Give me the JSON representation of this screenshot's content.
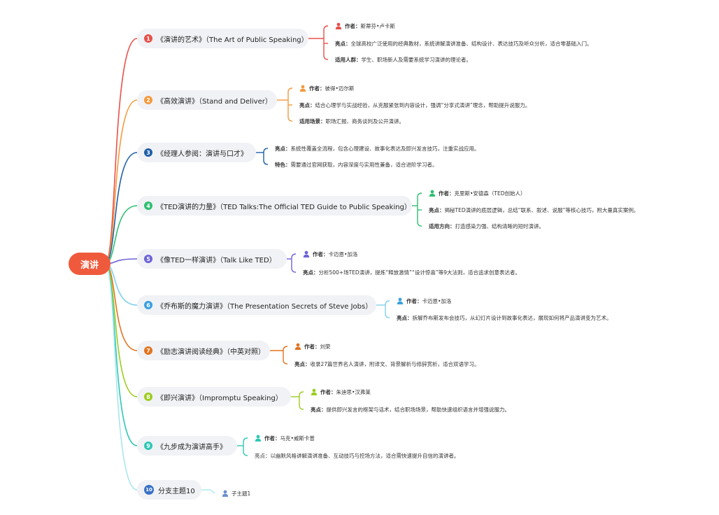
{
  "root": {
    "label": "演讲",
    "color": "#ef5a3c"
  },
  "branches": [
    {
      "num": "1",
      "title": "《演讲的艺术》（The Art of Public Speaking）",
      "color": "#e8504a",
      "details": [
        {
          "icon": "person-icon",
          "label": "作者",
          "value": "斯蒂芬•卢卡斯"
        },
        {
          "label": "亮点",
          "value": "全球高校广泛使用的经典教材，系统讲解演讲准备、结构设计、表达技巧及听众分析，适合零基础入门。"
        },
        {
          "label": "适用人群",
          "value": "学生、职场新人及需要系统学习演讲的理论者。"
        }
      ]
    },
    {
      "num": "2",
      "title": "《高效演讲》（Stand and Deliver）",
      "color": "#f39a3c",
      "details": [
        {
          "icon": "person-icon",
          "label": "作者",
          "value": "彼得•迈尔斯"
        },
        {
          "label": "亮点",
          "value": "结合心理学与实战经验，从克服紧张到内容设计，强调“分享式演讲”理念，帮助提升说服力。"
        },
        {
          "label": "适用场景",
          "value": "职场汇报、商务谈判及公开演讲。"
        }
      ]
    },
    {
      "num": "3",
      "title": "《经理人参阅：演讲与口才》",
      "color": "#1f5fa8",
      "details": [
        {
          "label": "亮点",
          "value": "系统性覆盖全流程，包含心理建设、故事化表达及即兴发言技巧，注重实战应用。"
        },
        {
          "label": "特色",
          "value": "需要通过官网获取，内容深度与实用性兼备，适合进阶学习者。"
        }
      ]
    },
    {
      "num": "4",
      "title": "《TED演讲的力量》（TED Talks:The Official TED Guide to Public Speaking）",
      "color": "#2fbf71",
      "details": [
        {
          "icon": "person-icon",
          "label": "作者",
          "value": "克里斯•安德森（TED创始人）"
        },
        {
          "label": "亮点",
          "value": "揭秘TED演讲的底层逻辑，总结“联系、叙述、说服”等核心技巧，附大量真实案例。"
        },
        {
          "label": "适用方向",
          "value": "打造感染力强、结构清晰的短时演讲。"
        }
      ]
    },
    {
      "num": "5",
      "title": "《像TED一样演讲》（Talk Like TED）",
      "color": "#6c63d8",
      "details": [
        {
          "icon": "person-icon",
          "label": "作者",
          "value": "卡迈恩•加洛"
        },
        {
          "label": "亮点",
          "value": "分析500+场TED演讲，提炼“释放激情”“设计惊喜”等9大法则，适合追求创意表达者。"
        }
      ]
    },
    {
      "num": "6",
      "title": "《乔布斯的魔力演讲》（The Presentation Secrets of Steve Jobs）",
      "color": "#3aa0e0",
      "details": [
        {
          "icon": "person-icon",
          "label": "作者",
          "value": "卡迈恩•加洛"
        },
        {
          "label": "亮点",
          "value": "拆解乔布斯发布会技巧，从幻灯片设计到故事化表达，展现如何将产品演讲变为艺术。"
        }
      ]
    },
    {
      "num": "7",
      "title": "《励志演讲阅读经典》（中英对照）",
      "color": "#e2731e",
      "details": [
        {
          "icon": "person-icon",
          "label": "作者",
          "value": "刘荣"
        },
        {
          "label": "亮点",
          "value": "收录27篇世界名人演讲，附译文、背景解析与修辞赏析，适合双语学习。"
        }
      ]
    },
    {
      "num": "8",
      "title": "《即兴演讲》（Impromptu Speaking）",
      "color": "#9ccc1e",
      "details": [
        {
          "icon": "person-icon",
          "label": "作者",
          "value": "朱迪思•汉弗莱"
        },
        {
          "label": "亮点",
          "value": "提供即兴发言的框架与话术，结合职场场景，帮助快速组织语言并增强说服力。"
        }
      ]
    },
    {
      "num": "9",
      "title": "《九步成为演讲高手》",
      "color": "#2ec7b5",
      "details": [
        {
          "icon": "person-icon",
          "label": "作者",
          "value": "马克•威斯卡普"
        },
        {
          "label": "",
          "value": "亮点：以幽默风格讲解演讲准备、互动技巧与控场方法，适合需快速提升自信的演讲者。"
        }
      ]
    },
    {
      "num": "10",
      "title": "分支主题10",
      "color": "#3a72c4",
      "details": [
        {
          "icon": "person-icon",
          "label": "",
          "value": "子主题1"
        }
      ]
    }
  ],
  "wire_colors": [
    "#e8504a",
    "#f39a3c",
    "#1f5fa8",
    "#2fbf71",
    "#6c63d8",
    "#7fd0ee",
    "#e2731e",
    "#9ccc1e",
    "#2ec7b5",
    "#a9e6ec"
  ],
  "icon_colors": [
    "#e8504a",
    "#f39a3c",
    "#1f5fa8",
    "#2fbf71",
    "#6c63d8",
    "#3aa0e0",
    "#e2731e",
    "#9ccc1e",
    "#2ec7b5",
    "#6a8fd0"
  ]
}
